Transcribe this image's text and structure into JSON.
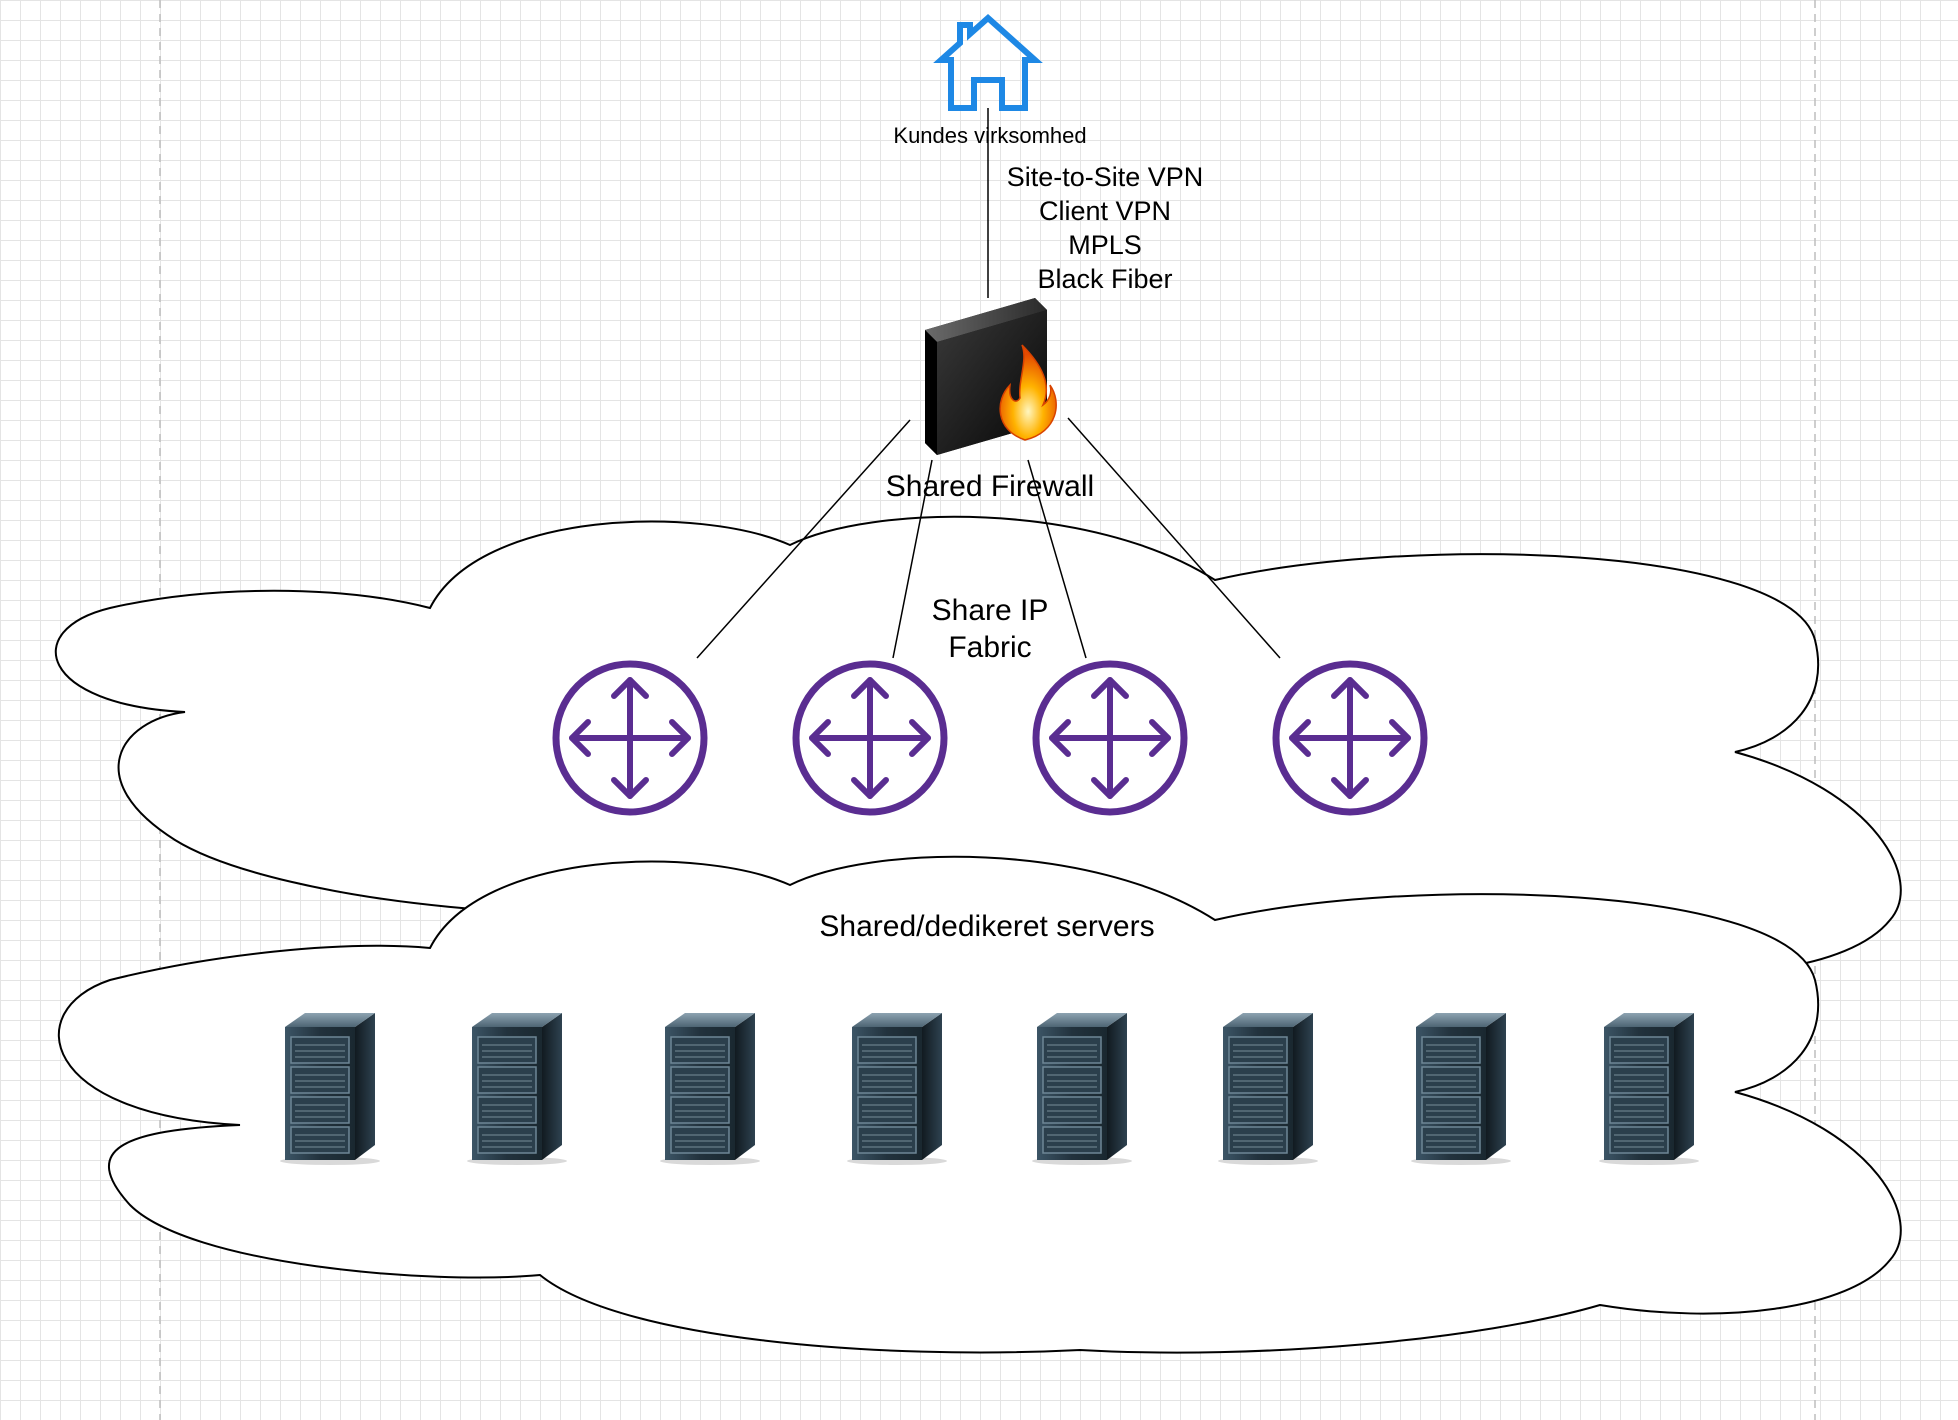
{
  "diagram": {
    "customer_site": {
      "label": "Kundes virksomhed",
      "icon": "house-icon"
    },
    "connection_types": [
      "Site-to-Site VPN",
      "Client VPN",
      "MPLS",
      "Black Fiber"
    ],
    "firewall": {
      "label": "Shared Firewall",
      "icon": "firewall-icon"
    },
    "fabric": {
      "label_lines": [
        "Share IP",
        "Fabric"
      ],
      "router_count": 4,
      "router_icon": "router-icon"
    },
    "servers": {
      "label": "Shared/dedikeret servers",
      "server_count": 8,
      "server_icon": "server-rack-icon"
    }
  },
  "colors": {
    "house": "#1e88e5",
    "router": "#5a2d91",
    "server_body": "#2b3f4c",
    "firewall_body": "#1a1a1a",
    "flame": "#ff7a00",
    "cloud_stroke": "#000000",
    "grid": "#e4e4e4",
    "guide_line": "#bdbdbd"
  }
}
